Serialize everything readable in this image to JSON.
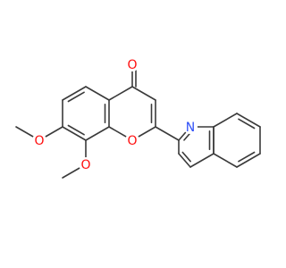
{
  "molecule": {
    "colors": {
      "bond": "#3a3a3a",
      "oxygen": "#ff0d0d",
      "nitrogen": "#3050f8"
    },
    "atom_labels": {
      "carbonyl_oxygen": "O",
      "ring_oxygen": "O",
      "methoxy_7_oxygen": "O",
      "methoxy_8_oxygen": "O",
      "quinoline_nitrogen": "N"
    }
  }
}
